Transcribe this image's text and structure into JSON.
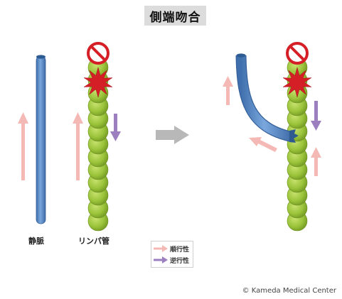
{
  "title": "側端吻合",
  "labels": {
    "vein": "静脈",
    "lymph_vessel": "リンパ管"
  },
  "legend": {
    "antegrade": "順行性",
    "retrograde": "逆行性"
  },
  "credit": "© Kameda Medical Center",
  "colors": {
    "vein": "#5a8cc8",
    "lymph": "#9ac33a",
    "antegrade_arrow": "#f4b9b4",
    "retrograde_arrow": "#9b7fbf",
    "blast": "#d51f26",
    "no_sign": "#d51f26",
    "transition_arrow": "#b8b8b8"
  },
  "icons": [
    "no-entry-icon",
    "blast-icon",
    "arrow-right-icon"
  ]
}
